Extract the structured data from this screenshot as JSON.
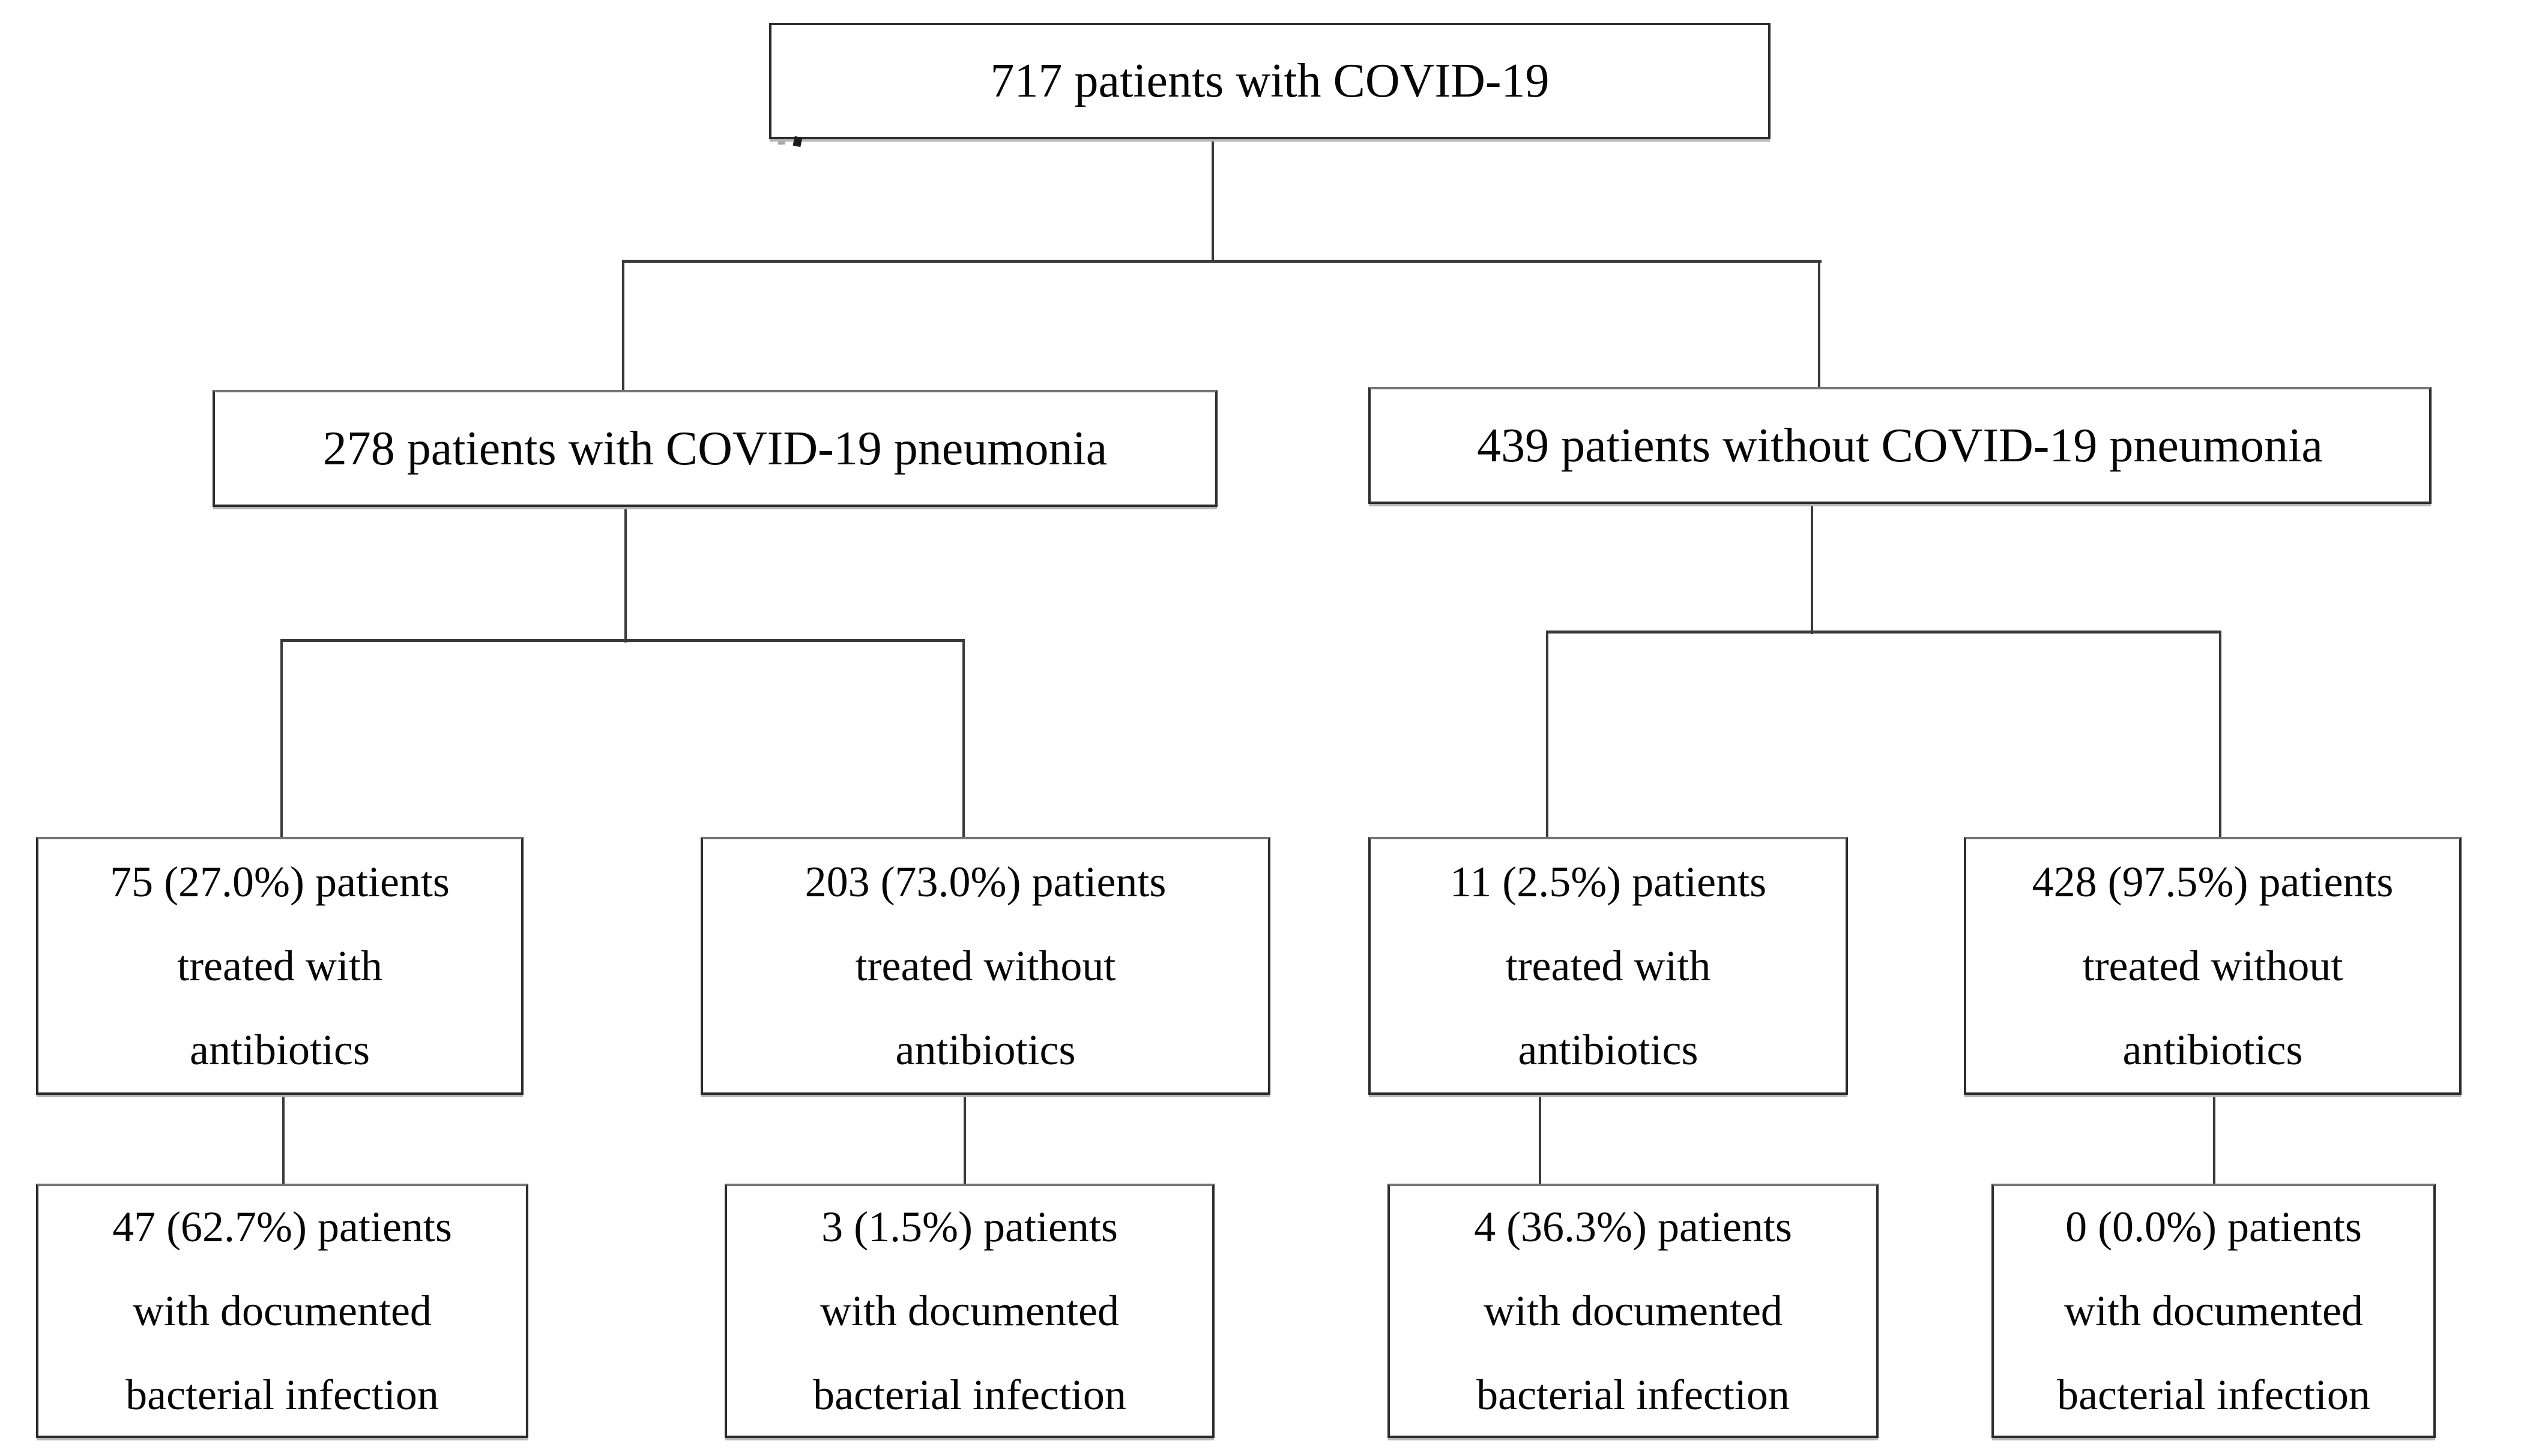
{
  "figure": {
    "kind": "patient-flow-diagram",
    "background_color": "#ffffff",
    "box_border_color": "#2c2c2c",
    "connector_color": "#3a3a3a",
    "text_color": "#060606"
  },
  "nodes": {
    "total": {
      "value": 717,
      "lines": [
        "717 patients with COVID-19"
      ]
    },
    "pneumonia": {
      "value": 278,
      "lines": [
        "278 patients with COVID-19 pneumonia"
      ]
    },
    "no_pneumonia": {
      "value": 439,
      "lines": [
        "439 patients without COVID-19 pneumonia"
      ]
    },
    "pna_abx": {
      "value": 75,
      "percent": "27.0%",
      "lines": [
        "75 (27.0%) patients",
        "treated with",
        "antibiotics"
      ]
    },
    "pna_no_abx": {
      "value": 203,
      "percent": "73.0%",
      "lines": [
        "203 (73.0%) patients",
        "treated without",
        "antibiotics"
      ]
    },
    "nopna_abx": {
      "value": 11,
      "percent": "2.5%",
      "lines": [
        "11 (2.5%) patients",
        "treated with",
        "antibiotics"
      ]
    },
    "nopna_no_abx": {
      "value": 428,
      "percent": "97.5%",
      "lines": [
        "428 (97.5%) patients",
        "treated without",
        "antibiotics"
      ]
    },
    "pna_abx_inf": {
      "value": 47,
      "percent": "62.7%",
      "lines": [
        "47 (62.7%) patients",
        "with documented",
        "bacterial infection"
      ]
    },
    "pna_no_abx_inf": {
      "value": 3,
      "percent": "1.5%",
      "lines": [
        "3 (1.5%) patients",
        "with documented",
        "bacterial infection"
      ]
    },
    "nopna_abx_inf": {
      "value": 4,
      "percent": "36.3%",
      "lines": [
        "4 (36.3%) patients",
        "with documented",
        "bacterial infection"
      ]
    },
    "nopna_no_abx_inf": {
      "value": 0,
      "percent": "0.0%",
      "lines": [
        "0 (0.0%) patients",
        "with documented",
        "bacterial infection"
      ]
    }
  },
  "edges": [
    {
      "from": "total",
      "to": "pneumonia"
    },
    {
      "from": "total",
      "to": "no_pneumonia"
    },
    {
      "from": "pneumonia",
      "to": "pna_abx"
    },
    {
      "from": "pneumonia",
      "to": "pna_no_abx"
    },
    {
      "from": "no_pneumonia",
      "to": "nopna_abx"
    },
    {
      "from": "no_pneumonia",
      "to": "nopna_no_abx"
    },
    {
      "from": "pna_abx",
      "to": "pna_abx_inf"
    },
    {
      "from": "pna_no_abx",
      "to": "pna_no_abx_inf"
    },
    {
      "from": "nopna_abx",
      "to": "nopna_abx_inf"
    },
    {
      "from": "nopna_no_abx",
      "to": "nopna_no_abx_inf"
    }
  ]
}
